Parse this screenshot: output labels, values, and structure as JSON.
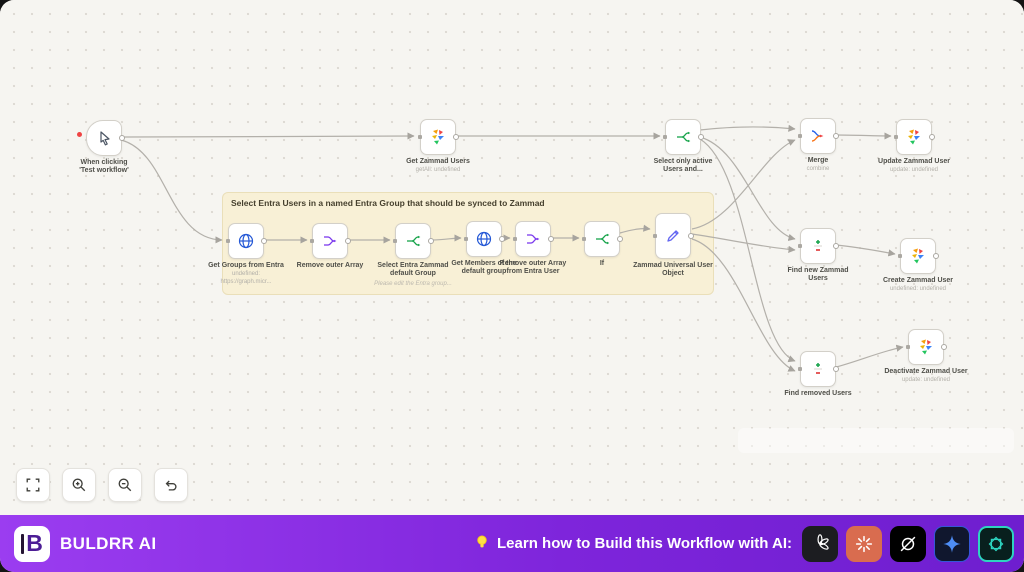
{
  "workflow": {
    "group_title": "Select Entra Users in a named Entra Group that should be synced to Zammad",
    "nodes": {
      "trigger": {
        "label": "When clicking 'Test workflow'"
      },
      "get_users": {
        "label": "Get Zammad Users",
        "sub": "getAll: undefined"
      },
      "select_active": {
        "label": "Select only active Users and...",
        "sub": ""
      },
      "merge": {
        "label": "Merge",
        "sub": "combine"
      },
      "update_user": {
        "label": "Update Zammad User",
        "sub": "update: undefined"
      },
      "find_new": {
        "label": "Find new Zammad Users",
        "sub": ""
      },
      "create_user": {
        "label": "Create Zammad User",
        "sub": "undefined: undefined"
      },
      "find_removed": {
        "label": "Find removed Users",
        "sub": ""
      },
      "deactivate": {
        "label": "Deactivate Zammad User",
        "sub": "update: undefined"
      },
      "get_groups": {
        "label": "Get Groups from Entra",
        "sub": "undefined: https://graph.micr..."
      },
      "remove_outer": {
        "label": "Remove outer Array"
      },
      "select_default": {
        "label": "Select Entra Zammad default Group",
        "note": "Please edit the Entra group..."
      },
      "get_members": {
        "label": "Get Members of the default group"
      },
      "remove_outer2": {
        "label": "Remove outer Array from Entra User"
      },
      "if_node": {
        "label": "If"
      },
      "universal": {
        "label": "Zammad Universal User Object"
      }
    },
    "toolbar_icons": [
      "fit-view",
      "zoom-in",
      "zoom-out",
      "undo"
    ]
  },
  "footer": {
    "logo_letter": "B",
    "brand": "BULDRR AI",
    "message": "Learn how to Build this Workflow with AI:",
    "ai_icons": [
      "openai",
      "claude",
      "grok",
      "gemini",
      "qwen"
    ]
  },
  "colors": {
    "group_bg": "#f8f0d6",
    "footer_purple": "#7e25db",
    "claude_tile": "#d96c4f",
    "qwen_teal": "#2dd4bf",
    "gemini_blue": "#4e8df5"
  }
}
